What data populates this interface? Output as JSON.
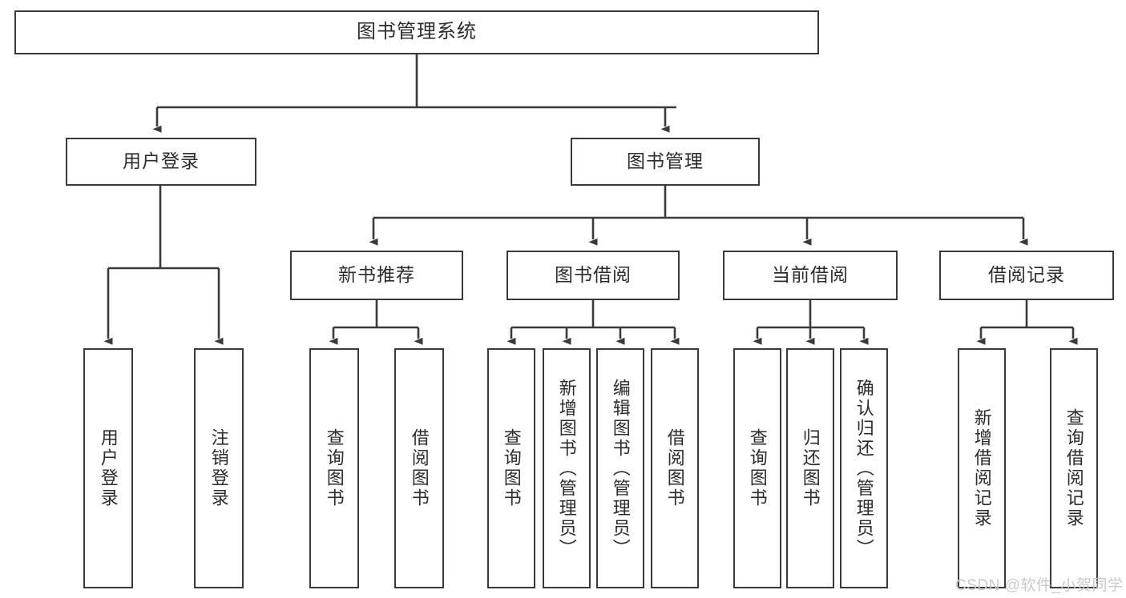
{
  "diagram": {
    "title": "图书管理系统",
    "type": "tree-hierarchy",
    "watermark": "CSDN @软件_小贺同学",
    "colors": {
      "box_border": "#3a3a3a",
      "box_fill": "#ffffff",
      "edge": "#3a3a3a",
      "text": "#2b2b2b",
      "watermark": "#c9c9c9",
      "background": "#ffffff"
    },
    "levels": {
      "root": {
        "label": "图书管理系统"
      },
      "level2": [
        {
          "label": "用户登录"
        },
        {
          "label": "图书管理"
        }
      ],
      "level3": [
        {
          "label": "新书推荐"
        },
        {
          "label": "图书借阅"
        },
        {
          "label": "当前借阅"
        },
        {
          "label": "借阅记录"
        }
      ],
      "leaves": {
        "user_login": [
          {
            "label": "用户登录"
          },
          {
            "label": "注销登录"
          }
        ],
        "new_book_recommend": [
          {
            "label": "查询图书"
          },
          {
            "label": "借阅图书"
          }
        ],
        "book_borrow": [
          {
            "label": "查询图书"
          },
          {
            "label": "新增图书（管理员）"
          },
          {
            "label": "编辑图书（管理员）"
          },
          {
            "label": "借阅图书"
          }
        ],
        "current_borrow": [
          {
            "label": "查询图书"
          },
          {
            "label": "归还图书"
          },
          {
            "label": "确认归还（管理员）"
          }
        ],
        "borrow_records": [
          {
            "label": "新增借阅记录"
          },
          {
            "label": "查询借阅记录"
          }
        ]
      }
    }
  }
}
